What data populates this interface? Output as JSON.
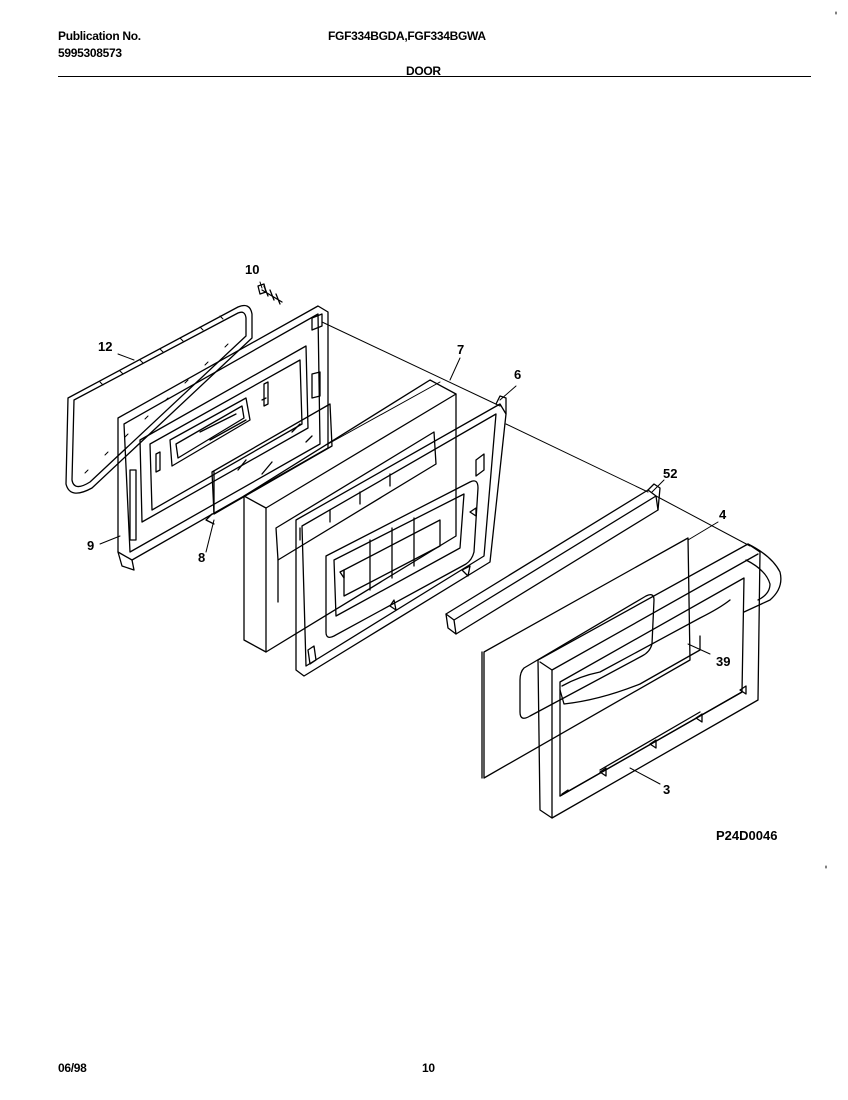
{
  "header": {
    "publication_label": "Publication No.",
    "publication_number": "5995308573",
    "models": "FGF334BGDA,FGF334BGWA",
    "section_title": "DOOR"
  },
  "diagram": {
    "callouts": {
      "c10": "10",
      "c12": "12",
      "c9": "9",
      "c8": "8",
      "c7": "7",
      "c6": "6",
      "c52": "52",
      "c4": "4",
      "c39": "39",
      "c3": "3"
    },
    "drawing_code": "P24D0046"
  },
  "footer": {
    "date": "06/98",
    "page": "10"
  }
}
